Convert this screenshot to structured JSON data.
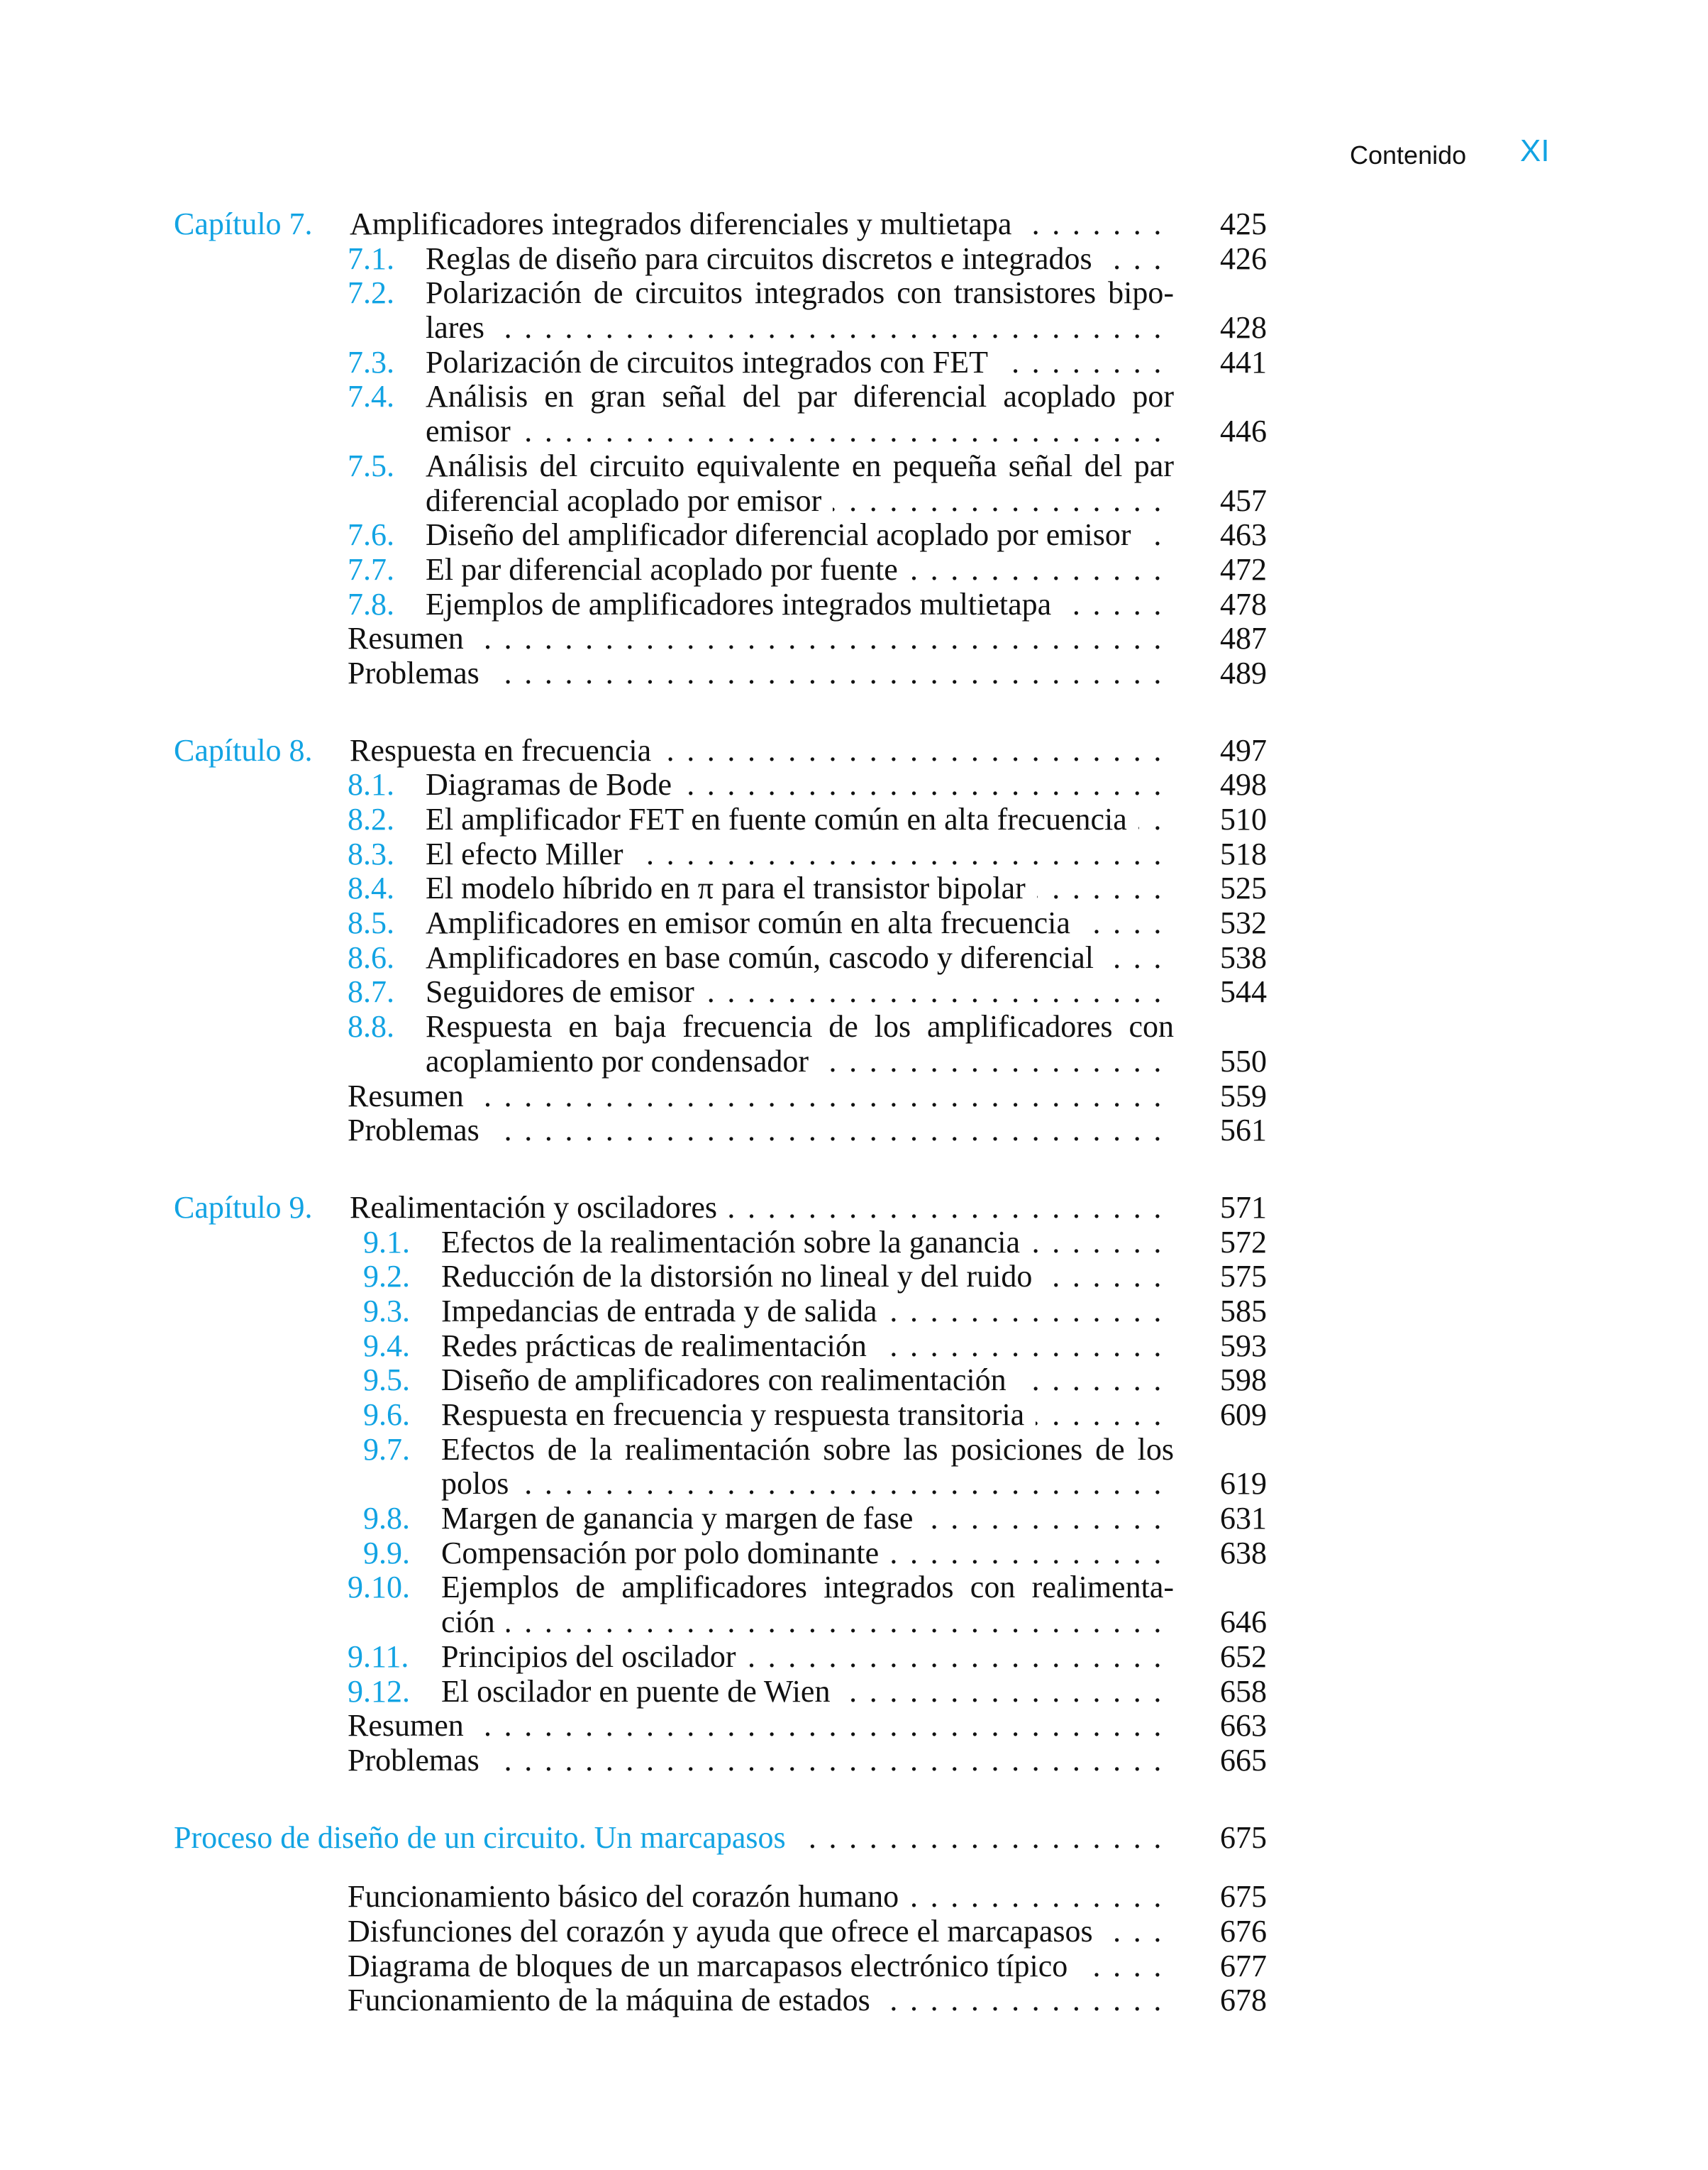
{
  "header": {
    "running_title": "Contenido",
    "page_number": "XI"
  },
  "accent_color": "#12a3e3",
  "chapters": [
    {
      "label": "Capítulo 7.",
      "title": "Amplificadores integrados diferenciales y multietapa",
      "page": "425",
      "sections": [
        {
          "num": "7.1.",
          "lines": [
            "Reglas de diseño para circuitos discretos e integrados"
          ],
          "page": "426"
        },
        {
          "num": "7.2.",
          "lines": [
            "Polarización de circuitos integrados con transistores bipo-",
            "lares"
          ],
          "page": "428"
        },
        {
          "num": "7.3.",
          "lines": [
            "Polarización de circuitos integrados con FET"
          ],
          "page": "441"
        },
        {
          "num": "7.4.",
          "lines": [
            "Análisis en gran señal del par diferencial acoplado por",
            "emisor"
          ],
          "page": "446"
        },
        {
          "num": "7.5.",
          "lines": [
            "Análisis del circuito equivalente en pequeña señal del par",
            "diferencial acoplado por emisor"
          ],
          "page": "457"
        },
        {
          "num": "7.6.",
          "lines": [
            "Diseño del amplificador diferencial acoplado por emisor"
          ],
          "page": "463"
        },
        {
          "num": "7.7.",
          "lines": [
            "El par diferencial acoplado por fuente"
          ],
          "page": "472"
        },
        {
          "num": "7.8.",
          "lines": [
            "Ejemplos de amplificadores integrados multietapa"
          ],
          "page": "478"
        }
      ],
      "extras": [
        {
          "title": "Resumen",
          "page": "487"
        },
        {
          "title": "Problemas",
          "page": "489"
        }
      ]
    },
    {
      "label": "Capítulo 8.",
      "title": "Respuesta en frecuencia",
      "page": "497",
      "sections": [
        {
          "num": "8.1.",
          "lines": [
            "Diagramas de Bode"
          ],
          "page": "498"
        },
        {
          "num": "8.2.",
          "lines": [
            "El amplificador FET en fuente común en alta frecuencia"
          ],
          "page": "510"
        },
        {
          "num": "8.3.",
          "lines": [
            "El efecto Miller"
          ],
          "page": "518"
        },
        {
          "num": "8.4.",
          "lines": [
            "El modelo híbrido en π para el transistor bipolar"
          ],
          "page": "525"
        },
        {
          "num": "8.5.",
          "lines": [
            "Amplificadores en emisor común en alta frecuencia"
          ],
          "page": "532"
        },
        {
          "num": "8.6.",
          "lines": [
            "Amplificadores en base común, cascodo y diferencial"
          ],
          "page": "538"
        },
        {
          "num": "8.7.",
          "lines": [
            "Seguidores de emisor"
          ],
          "page": "544"
        },
        {
          "num": "8.8.",
          "lines": [
            "Respuesta en baja frecuencia de los amplificadores con",
            "acoplamiento por condensador"
          ],
          "page": "550"
        }
      ],
      "extras": [
        {
          "title": "Resumen",
          "page": "559"
        },
        {
          "title": "Problemas",
          "page": "561"
        }
      ]
    },
    {
      "label": "Capítulo 9.",
      "title": "Realimentación y osciladores",
      "page": "571",
      "sections": [
        {
          "num": "9.1.",
          "lines": [
            "Efectos de la realimentación sobre la ganancia"
          ],
          "page": "572"
        },
        {
          "num": "9.2.",
          "lines": [
            "Reducción de la distorsión no lineal y del ruido"
          ],
          "page": "575"
        },
        {
          "num": "9.3.",
          "lines": [
            "Impedancias de entrada y de salida"
          ],
          "page": "585"
        },
        {
          "num": "9.4.",
          "lines": [
            "Redes prácticas de realimentación"
          ],
          "page": "593"
        },
        {
          "num": "9.5.",
          "lines": [
            "Diseño de amplificadores con realimentación"
          ],
          "page": "598"
        },
        {
          "num": "9.6.",
          "lines": [
            "Respuesta en frecuencia y respuesta transitoria"
          ],
          "page": "609"
        },
        {
          "num": "9.7.",
          "lines": [
            "Efectos de la realimentación sobre las posiciones de los",
            "polos"
          ],
          "page": "619"
        },
        {
          "num": "9.8.",
          "lines": [
            "Margen de ganancia y margen de fase"
          ],
          "page": "631"
        },
        {
          "num": "9.9.",
          "lines": [
            "Compensación por polo dominante"
          ],
          "page": "638"
        },
        {
          "num": "9.10.",
          "lines": [
            "Ejemplos de amplificadores integrados con realimenta-",
            "ción"
          ],
          "page": "646"
        },
        {
          "num": "9.11.",
          "lines": [
            "Principios del oscilador"
          ],
          "page": "652"
        },
        {
          "num": "9.12.",
          "lines": [
            "El oscilador en puente de Wien"
          ],
          "page": "658"
        }
      ],
      "extras": [
        {
          "title": "Resumen",
          "page": "663"
        },
        {
          "title": "Problemas",
          "page": "665"
        }
      ]
    }
  ],
  "design_process": {
    "title": "Proceso de diseño de un circuito. Un marcapasos",
    "page": "675",
    "items": [
      {
        "title": "Funcionamiento básico del corazón humano",
        "page": "675"
      },
      {
        "title": "Disfunciones del corazón y ayuda que ofrece el marcapasos",
        "page": "676"
      },
      {
        "title": "Diagrama de bloques de un marcapasos electrónico típico",
        "page": "677"
      },
      {
        "title": "Funcionamiento de la máquina de estados",
        "page": "678"
      }
    ]
  }
}
